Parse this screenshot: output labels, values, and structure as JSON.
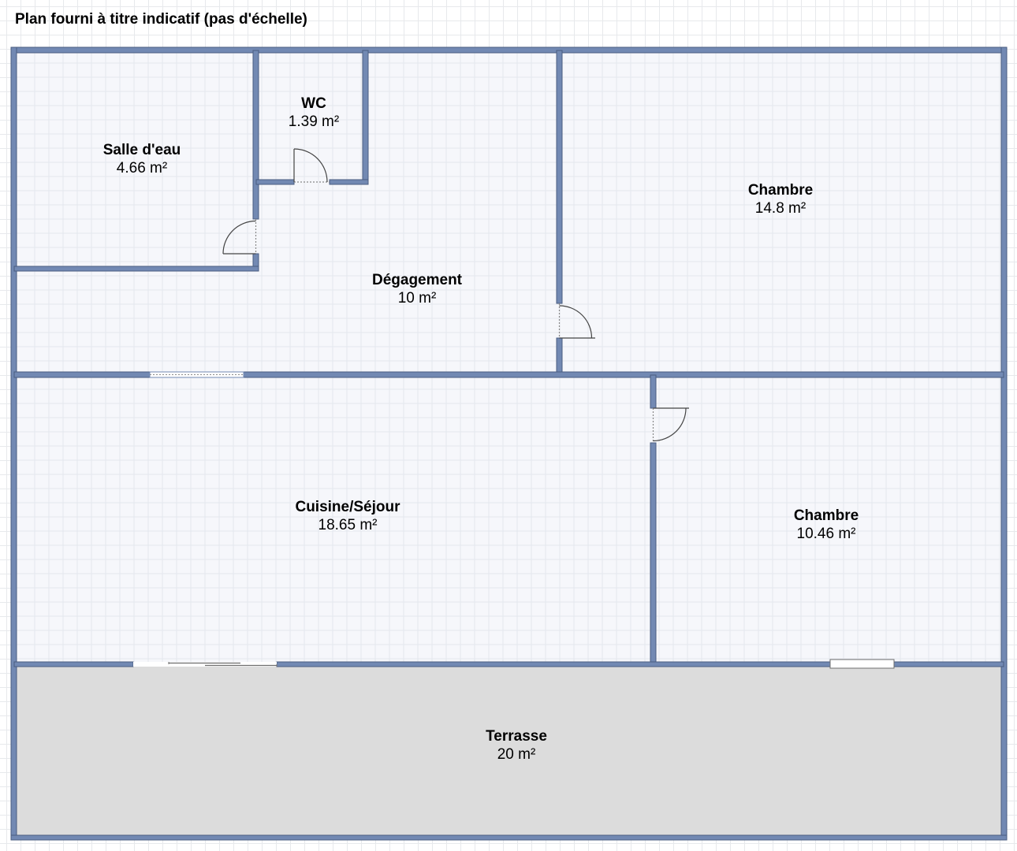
{
  "title": "Plan fourni à titre indicatif (pas d'échelle)",
  "colors": {
    "wall": "#7289b3",
    "wall_edge": "#4a5d80",
    "floor": "#f6f7fb",
    "terrace": "#dcdcdc",
    "grid": "#e7e9ec"
  },
  "rooms": {
    "salle_eau": {
      "name": "Salle d'eau",
      "area": "4.66 m²"
    },
    "wc": {
      "name": "WC",
      "area": "1.39 m²"
    },
    "degagement": {
      "name": "Dégagement",
      "area": "10 m²"
    },
    "chambre_1": {
      "name": "Chambre",
      "area": "14.8 m²"
    },
    "cuisine_sejour": {
      "name": "Cuisine/Séjour",
      "area": "18.65 m²"
    },
    "chambre_2": {
      "name": "Chambre",
      "area": "10.46 m²"
    },
    "terrasse": {
      "name": "Terrasse",
      "area": "20 m²"
    }
  }
}
